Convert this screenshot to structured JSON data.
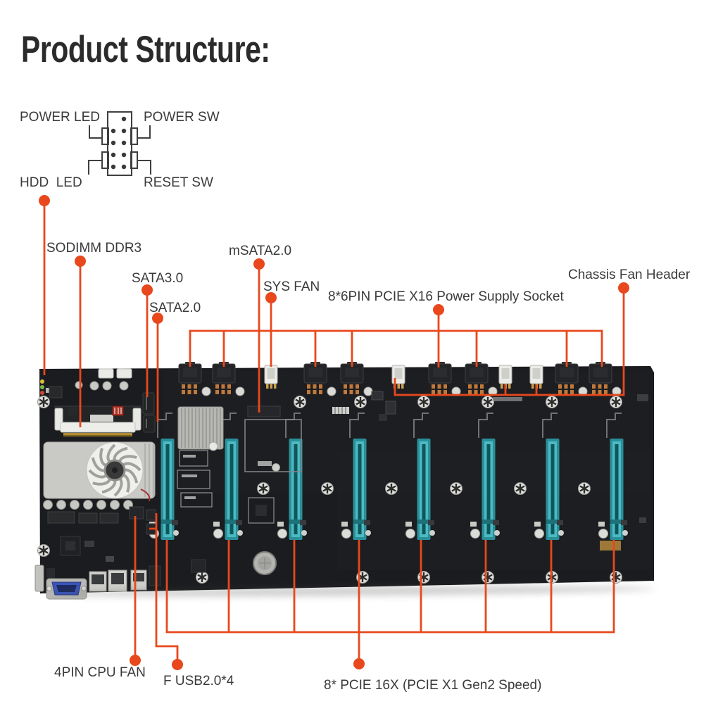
{
  "title": "Product Structure:",
  "pin_header": {
    "power_led": "POWER LED",
    "power_sw": "POWER SW",
    "hdd_led": "HDD  LED",
    "reset_sw": "RESET SW"
  },
  "callouts": {
    "hdd_led_target": "HDD LED",
    "sodimm": "SODIMM DDR3",
    "msata": "mSATA2.0",
    "sata3": "SATA3.0",
    "sys_fan": "SYS FAN",
    "sata2": "SATA2.0",
    "power_socket": "8*6PIN PCIE X16 Power Supply Socket",
    "chassis_fan": "Chassis Fan Header",
    "cpu_fan": "4PIN CPU FAN",
    "f_usb": "F USB2.0*4",
    "pcie": "8* PCIE 16X (PCIE X1 Gen2 Speed)"
  },
  "board": {
    "pcie_slot_count": 8,
    "power_socket_count": 8
  },
  "colors": {
    "accent": "#E8481C",
    "label_text": "#3A3A3A",
    "title_text": "#2B2B2B",
    "diagram_gray": "#3F3F40",
    "pcb": "#1B1C1F",
    "pcie_slot_teal": "#4CBAC1",
    "vga_blue": "#3A55B8"
  }
}
